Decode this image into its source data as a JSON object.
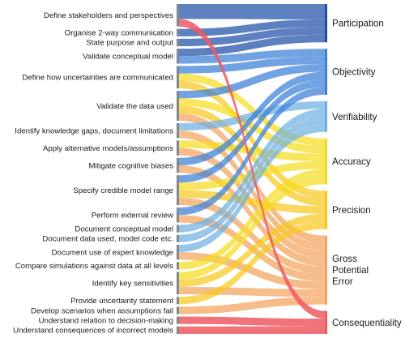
{
  "colors": {
    "participation": "#1f4fa8",
    "objectivity": "#3a7fd8",
    "verifiability": "#6fb0e2",
    "accuracy": "#f4dc20",
    "precision": "#f8c81e",
    "gross": "#f2a45e",
    "consequentiality": "#ee5a62",
    "left_bar": "#808890"
  },
  "diagram": {
    "left_nodes": [
      {
        "id": "stakeholders",
        "label": "Define stakeholders and perspectives"
      },
      {
        "id": "comm2way",
        "label": "Organise 2-way communication"
      },
      {
        "id": "purpose",
        "label": "State purpose and output"
      },
      {
        "id": "validate_conceptual",
        "label": "Validate conceptual model"
      },
      {
        "id": "uncert_comm",
        "label": "Define how uncertainties are communicated"
      },
      {
        "id": "validate_data",
        "label": "Validate the data used"
      },
      {
        "id": "knowledge_gaps",
        "label": "Identify knowledge gaps, document limitations"
      },
      {
        "id": "alt_models",
        "label": "Apply alternative models/assumptions"
      },
      {
        "id": "cognitive",
        "label": "Mitigate cognitive biases"
      },
      {
        "id": "model_range",
        "label": "Specify credible model range"
      },
      {
        "id": "external_review",
        "label": "Perform external review"
      },
      {
        "id": "doc_conceptual",
        "label": "Document conceptual model"
      },
      {
        "id": "doc_data",
        "label": "Document data used, model code etc."
      },
      {
        "id": "expert",
        "label": "Document use of expert knowledge"
      },
      {
        "id": "compare_sim",
        "label": "Compare simulations against data at all levels"
      },
      {
        "id": "sensitivities",
        "label": "Identify key sensitivities"
      },
      {
        "id": "uncert_statement",
        "label": "Provide uncertainty statement"
      },
      {
        "id": "scenarios",
        "label": "Develop scenarios when assumptions fail"
      },
      {
        "id": "decision",
        "label": "Understand relation to decision-making"
      },
      {
        "id": "consequences",
        "label": "Understand consequences of incorrect models"
      }
    ],
    "right_nodes": [
      {
        "id": "participation",
        "label_lines": [
          "Participation"
        ]
      },
      {
        "id": "objectivity",
        "label_lines": [
          "Objectivity"
        ]
      },
      {
        "id": "verifiability",
        "label_lines": [
          "Verifiability"
        ]
      },
      {
        "id": "accuracy",
        "label_lines": [
          "Accuracy"
        ]
      },
      {
        "id": "precision",
        "label_lines": [
          "Precision"
        ]
      },
      {
        "id": "gross",
        "label_lines": [
          "Gross",
          "Potential",
          "Error"
        ]
      },
      {
        "id": "consequentiality",
        "label_lines": [
          "Consequentiality"
        ]
      }
    ],
    "links": [
      {
        "source": "stakeholders",
        "target": "participation",
        "value": 2
      },
      {
        "source": "stakeholders",
        "target": "consequentiality",
        "value": 1
      },
      {
        "source": "comm2way",
        "target": "participation",
        "value": 1
      },
      {
        "source": "purpose",
        "target": "participation",
        "value": 1
      },
      {
        "source": "validate_conceptual",
        "target": "participation",
        "value": 1
      },
      {
        "source": "validate_conceptual",
        "target": "objectivity",
        "value": 1
      },
      {
        "source": "uncert_comm",
        "target": "objectivity",
        "value": 1
      },
      {
        "source": "uncert_comm",
        "target": "accuracy",
        "value": 1
      },
      {
        "source": "uncert_comm",
        "target": "precision",
        "value": 1
      },
      {
        "source": "validate_data",
        "target": "objectivity",
        "value": 1
      },
      {
        "source": "validate_data",
        "target": "accuracy",
        "value": 1
      },
      {
        "source": "validate_data",
        "target": "precision",
        "value": 1
      },
      {
        "source": "validate_data",
        "target": "gross",
        "value": 1
      },
      {
        "source": "knowledge_gaps",
        "target": "verifiability",
        "value": 1
      },
      {
        "source": "knowledge_gaps",
        "target": "gross",
        "value": 1
      },
      {
        "source": "alt_models",
        "target": "accuracy",
        "value": 1
      },
      {
        "source": "alt_models",
        "target": "gross",
        "value": 1
      },
      {
        "source": "cognitive",
        "target": "objectivity",
        "value": 1
      },
      {
        "source": "cognitive",
        "target": "gross",
        "value": 1
      },
      {
        "source": "model_range",
        "target": "objectivity",
        "value": 1
      },
      {
        "source": "model_range",
        "target": "accuracy",
        "value": 1
      },
      {
        "source": "model_range",
        "target": "precision",
        "value": 1
      },
      {
        "source": "model_range",
        "target": "gross",
        "value": 1
      },
      {
        "source": "external_review",
        "target": "objectivity",
        "value": 1
      },
      {
        "source": "external_review",
        "target": "gross",
        "value": 1
      },
      {
        "source": "doc_conceptual",
        "target": "verifiability",
        "value": 1
      },
      {
        "source": "doc_data",
        "target": "verifiability",
        "value": 1
      },
      {
        "source": "expert",
        "target": "verifiability",
        "value": 1
      },
      {
        "source": "expert",
        "target": "gross",
        "value": 1
      },
      {
        "source": "compare_sim",
        "target": "accuracy",
        "value": 1
      },
      {
        "source": "sensitivities",
        "target": "accuracy",
        "value": 1
      },
      {
        "source": "sensitivities",
        "target": "precision",
        "value": 1
      },
      {
        "source": "sensitivities",
        "target": "gross",
        "value": 1
      },
      {
        "source": "uncert_statement",
        "target": "precision",
        "value": 1
      },
      {
        "source": "scenarios",
        "target": "gross",
        "value": 1
      },
      {
        "source": "decision",
        "target": "consequentiality",
        "value": 1
      },
      {
        "source": "consequences",
        "target": "consequentiality",
        "value": 1
      }
    ]
  }
}
